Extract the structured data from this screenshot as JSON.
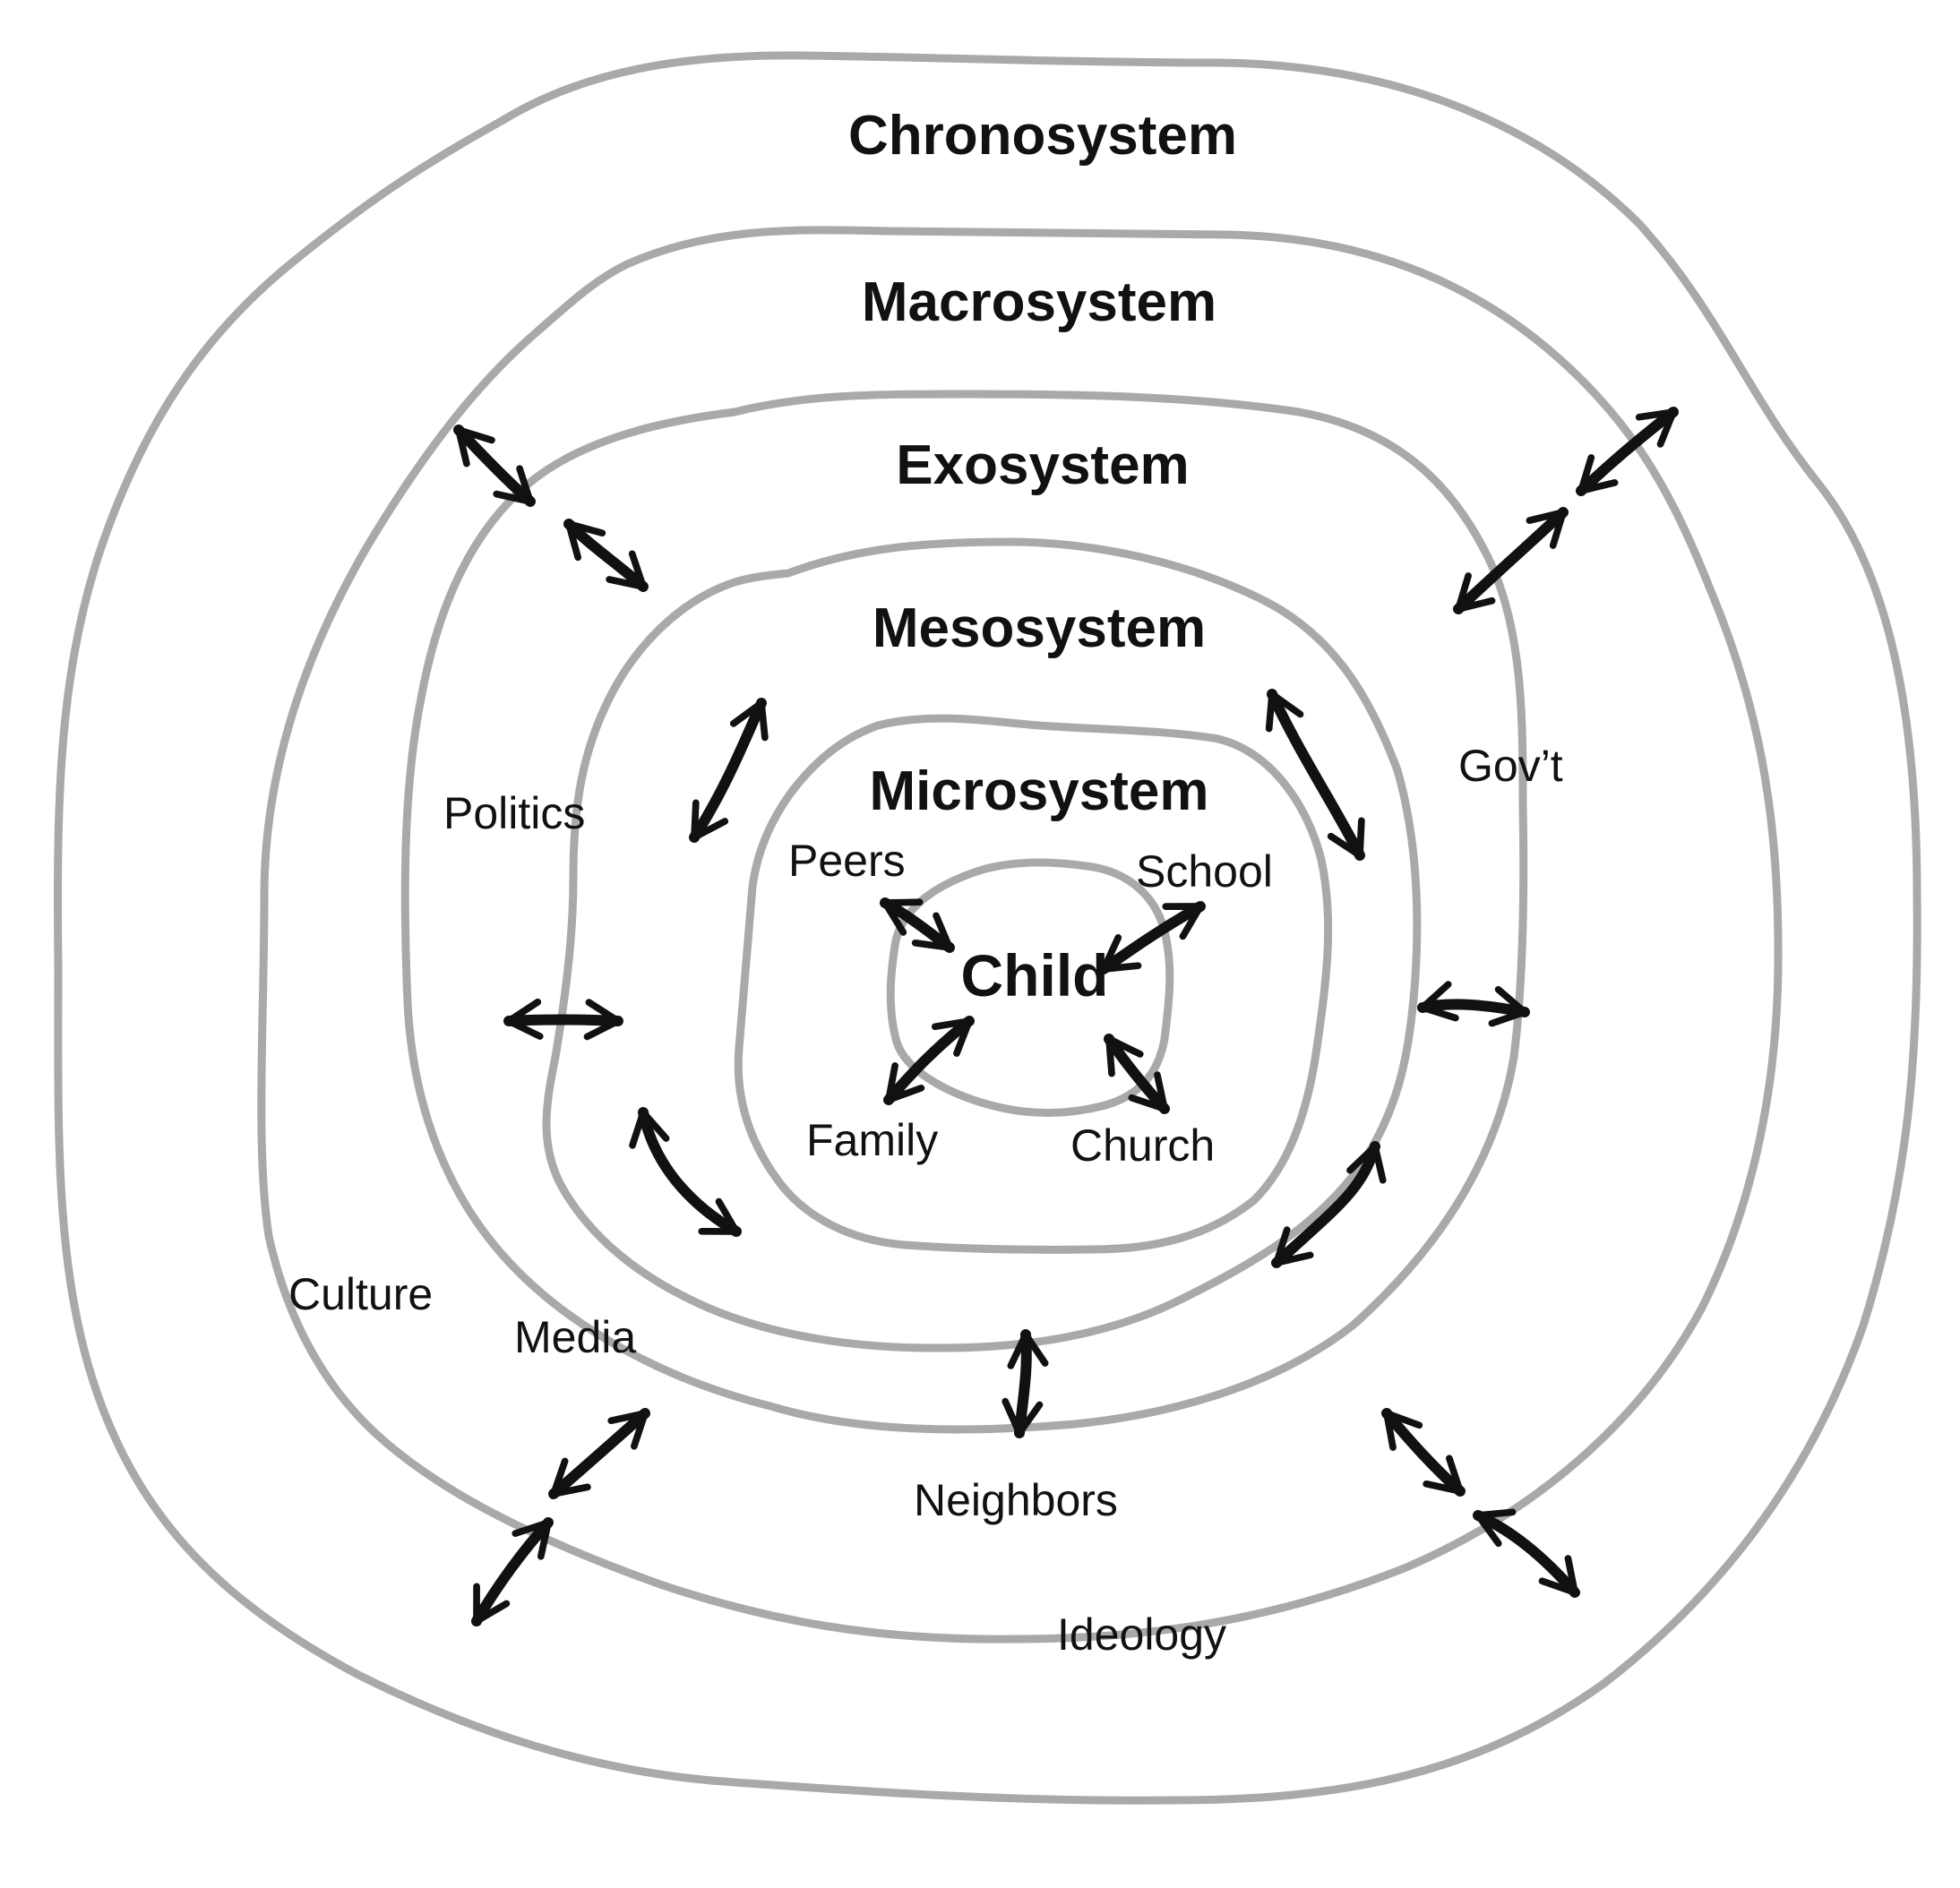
{
  "systems": {
    "chronosystem": "Chronosystem",
    "macrosystem": "Macrosystem",
    "exosystem": "Exosystem",
    "mesosystem": "Mesosystem",
    "microsystem": "Microsystem",
    "child": "Child"
  },
  "labels": {
    "peers": "Peers",
    "school": "School",
    "family": "Family",
    "church": "Church",
    "politics": "Politics",
    "govt": "Gov’t",
    "culture": "Culture",
    "media": "Media",
    "neighbors": "Neighbors",
    "ideology": "Ideology"
  },
  "colors": {
    "ring": "#a9a9a9",
    "arrow": "#111111",
    "text": "#111111",
    "background": "#ffffff"
  }
}
